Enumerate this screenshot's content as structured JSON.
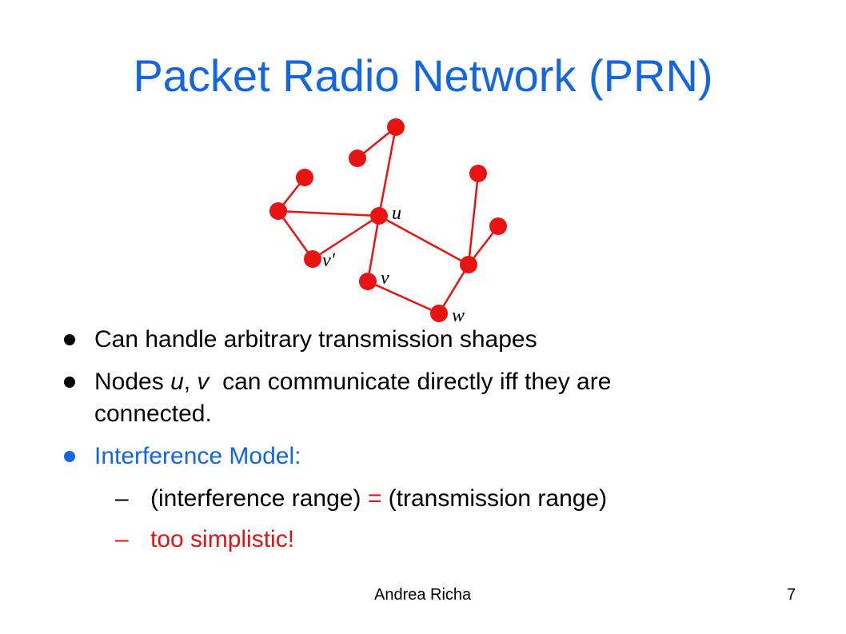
{
  "slide": {
    "title": "Packet Radio Network (PRN)",
    "accent_color": "#1466e0",
    "emphasis_color": "#e01414",
    "graph_color": "#e81414"
  },
  "graph": {
    "labels": {
      "u": "u",
      "v_prime": "v'",
      "v": "v",
      "w": "w"
    }
  },
  "bullets": {
    "b1": "Can handle arbitrary transmission shapes",
    "b2_prefix": "Nodes ",
    "b2_u": "u",
    "b2_sep": ", ",
    "b2_v": "v",
    "b2_suffix": "  can communicate directly iff they are",
    "b2_line2": "connected.",
    "b3": "Interference Model:",
    "sub1_dash": "–",
    "sub1_left": "(interference range) ",
    "sub1_eq": "=",
    "sub1_right": " (transmission range)",
    "sub2_dash": "–",
    "sub2": "too simplistic!"
  },
  "footer": {
    "author": "Andrea Richa",
    "page_number": "7"
  }
}
